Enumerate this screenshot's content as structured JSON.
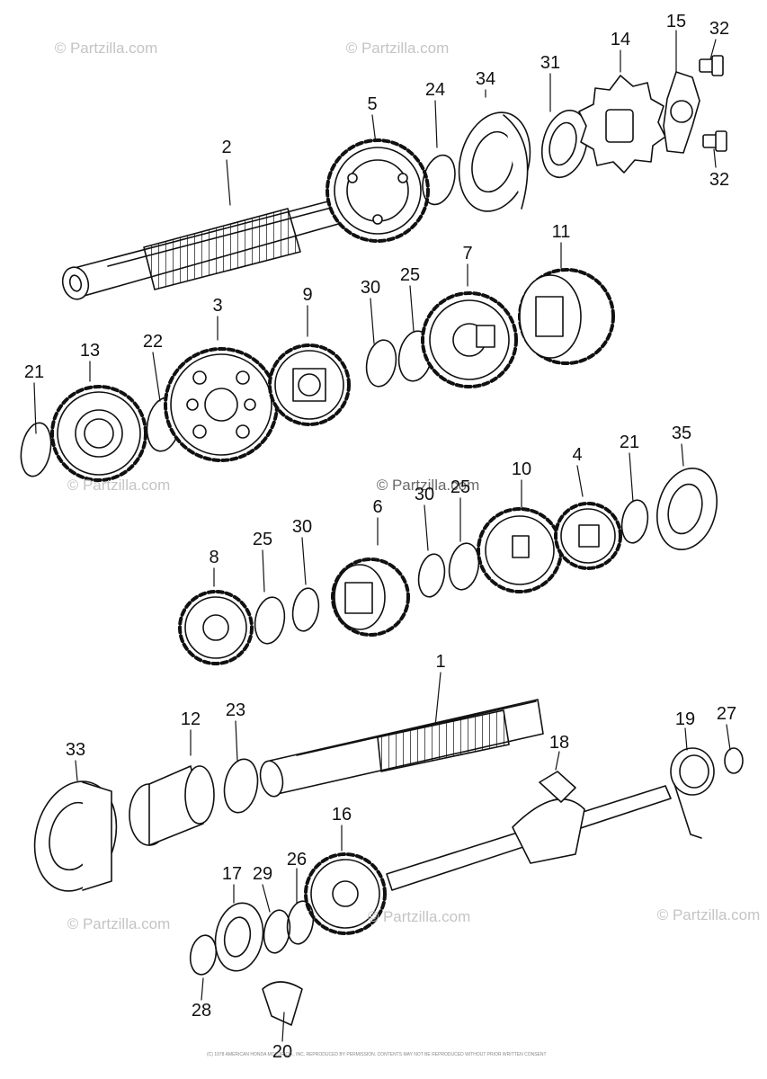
{
  "diagram": {
    "watermark_text": "© Partzilla.com",
    "footer_text": "(C) 1978 AMERICAN HONDA MOTOR CO., INC. REPRODUCED BY PERMISSION. CONTENTS MAY NOT BE REPRODUCED WITHOUT PRIOR WRITTEN CONSENT",
    "callouts": [
      "1",
      "2",
      "3",
      "4",
      "5",
      "6",
      "7",
      "8",
      "9",
      "10",
      "11",
      "12",
      "13",
      "14",
      "15",
      "16",
      "17",
      "18",
      "19",
      "20",
      "21",
      "22",
      "23",
      "24",
      "25",
      "26",
      "27",
      "28",
      "29",
      "30",
      "31",
      "32",
      "33",
      "34",
      "35"
    ]
  }
}
